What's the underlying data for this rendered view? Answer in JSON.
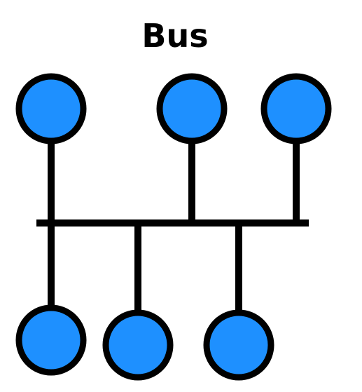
{
  "title": "Bus",
  "colors": {
    "node_fill": "#1E90FF",
    "stroke": "#000000",
    "background": "#ffffff"
  },
  "topology": {
    "type": "bus",
    "nodes_above_bus": 3,
    "nodes_below_bus": 3
  }
}
